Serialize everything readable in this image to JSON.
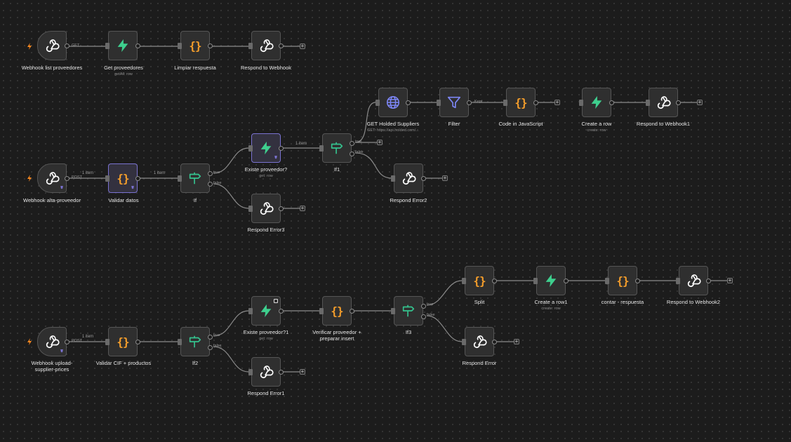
{
  "nodes": {
    "webhook_list": {
      "label": "Webhook list proveedores"
    },
    "get_proveedores": {
      "label": "Get proveedores",
      "sub": "getAll: row"
    },
    "limpiar": {
      "label": "Limpiar respuesta"
    },
    "respond_webhook": {
      "label": "Respond to Webhook"
    },
    "get_holded": {
      "label": "GET Holded Suppliers",
      "sub": "GET: https://api.holded.com/..."
    },
    "filter": {
      "label": "Filter"
    },
    "code_js": {
      "label": "Code in JavaScript"
    },
    "create_row": {
      "label": "Create a row",
      "sub": "create: row"
    },
    "respond_webhook1": {
      "label": "Respond to Webhook1"
    },
    "webhook_alta": {
      "label": "Webhook alta-proveedor"
    },
    "validar_datos": {
      "label": "Validar datos"
    },
    "if": {
      "label": "If"
    },
    "existe": {
      "label": "Existe proveedor?",
      "sub": "get: row"
    },
    "if1": {
      "label": "If1"
    },
    "respond_error2": {
      "label": "Respond Error2"
    },
    "respond_error3": {
      "label": "Respond Error3"
    },
    "split": {
      "label": "Split"
    },
    "create_row1": {
      "label": "Create a row1",
      "sub": "create: row"
    },
    "contar": {
      "label": "contar - respuesta"
    },
    "respond_webhook2": {
      "label": "Respond to Webhook2"
    },
    "existe1": {
      "label": "Existe proveedor?1",
      "sub": "get: row"
    },
    "verificar": {
      "label": "Verificar proveedor + preparar insert"
    },
    "if3": {
      "label": "If3"
    },
    "respond_error": {
      "label": "Respond Error"
    },
    "webhook_upload": {
      "label": "Webhook upload-supplier-prices"
    },
    "validar_cif": {
      "label": "Validar CIF + productos"
    },
    "if2": {
      "label": "If2"
    },
    "respond_error1": {
      "label": "Respond Error1"
    }
  },
  "port_labels": {
    "get": "GET",
    "post": "POST",
    "true": "true",
    "false": "false",
    "kept": "Kept"
  },
  "wire_labels": {
    "one_item": "1 item"
  },
  "plus": "+",
  "icons": {
    "trigger": "bolt-icon",
    "webhook": "webhook-icon",
    "supabase": "supabase-icon",
    "code": "code-braces-icon",
    "if": "if-signpost-icon",
    "http": "globe-icon",
    "filter": "filter-icon"
  },
  "colors": {
    "background": "#1c1c1c",
    "node": "#2f2f2f",
    "supabase": "#3ecf8e",
    "code": "#f59e2b",
    "if": "#35c38f",
    "http": "#7d86f5",
    "filter": "#7d86f5",
    "trigger": "#ff8a1f",
    "pin": "#7a72d0"
  }
}
